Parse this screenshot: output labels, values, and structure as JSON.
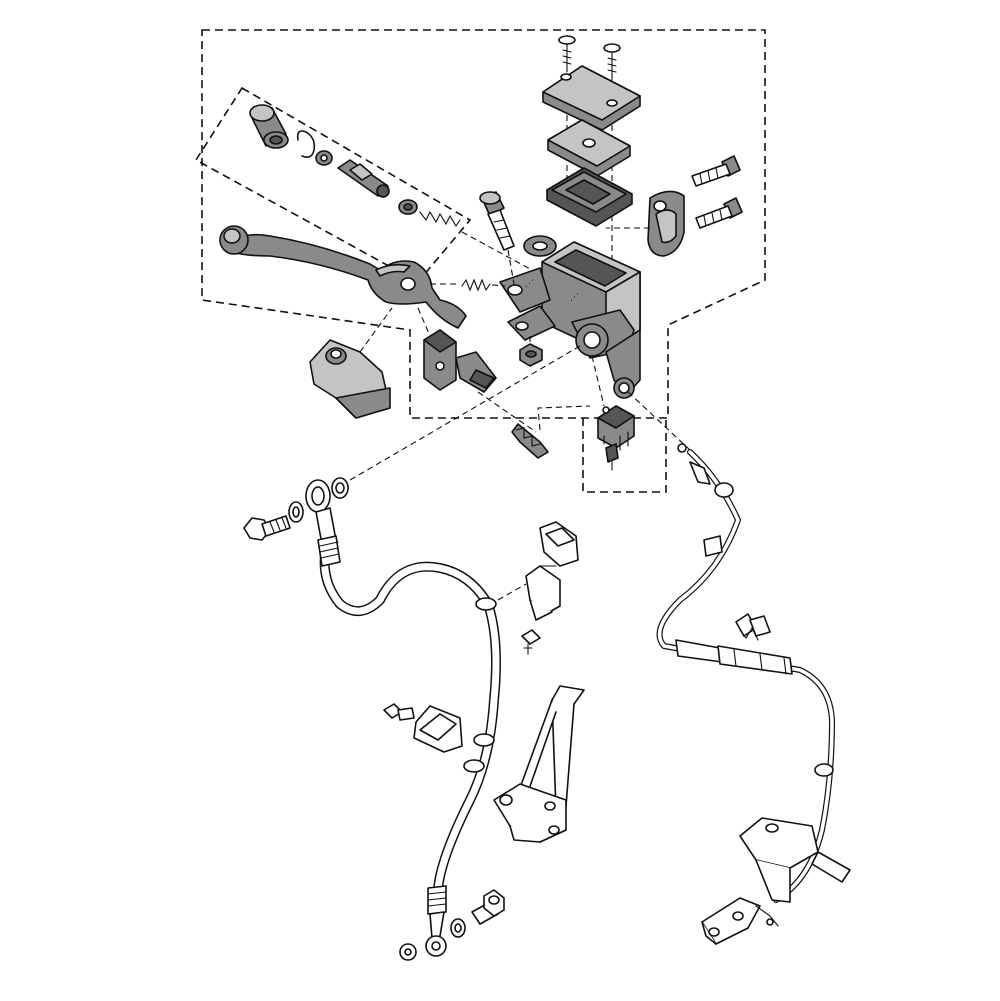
{
  "diagram": {
    "kind": "exploded-parts-view",
    "palette": {
      "line": "#111111",
      "part_fill": "#8a8a8a",
      "light_fill": "#c4c4c4",
      "dark_fill": "#555555",
      "background": "#ffffff"
    },
    "groups": [
      {
        "id": "master-cylinder-assembly",
        "outline": "dashed"
      },
      {
        "id": "piston-kit",
        "outline": "dashed"
      },
      {
        "id": "brake-light-switch",
        "outline": "dashed"
      }
    ],
    "parts": [
      "reservoir-cap-screw",
      "reservoir-cap",
      "diaphragm-plate",
      "diaphragm",
      "master-cylinder-body",
      "handlebar-clamp",
      "clamp-bolt",
      "dust-boot",
      "circlip",
      "washer",
      "piston",
      "spring-cup",
      "piston-spring",
      "lever-pivot-bolt",
      "brake-lever",
      "lever-spring",
      "lever-nut",
      "adjuster-block",
      "switch-plunger",
      "lever-guard",
      "brake-light-switch",
      "switch-screw",
      "switch-spring",
      "banjo-bolt",
      "sealing-washer",
      "brake-hose",
      "hose-clip-bracket",
      "clip-screw",
      "hose-guide-bracket",
      "bracket-bolt",
      "lower-banjo-bolt",
      "speedometer-cable",
      "cable-clamp",
      "cable-bracket",
      "cable-end-fitting"
    ]
  }
}
